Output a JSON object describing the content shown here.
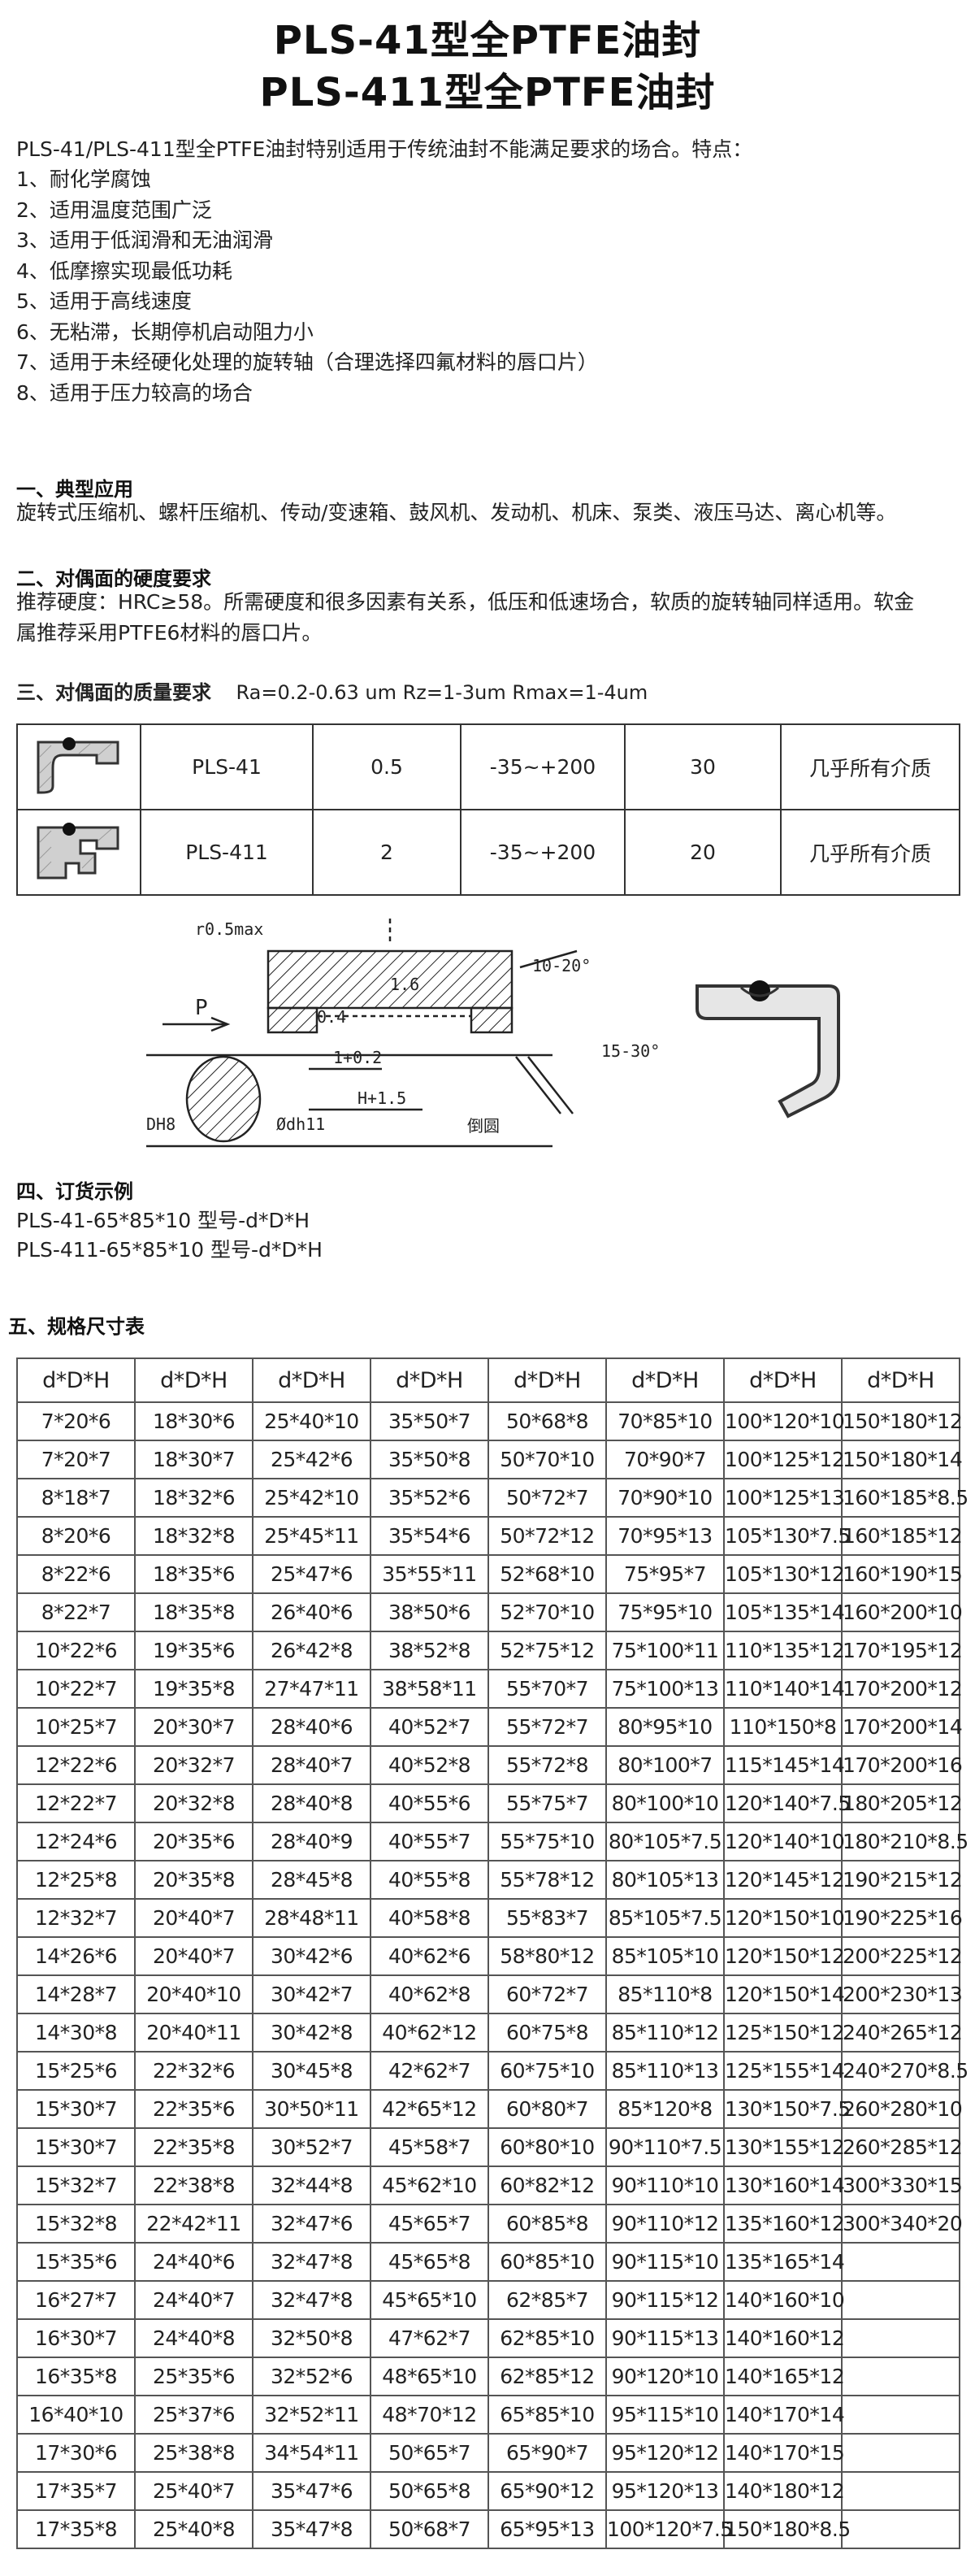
{
  "titles": [
    "PLS-41型全PTFE油封",
    "PLS-411型全PTFE油封"
  ],
  "intro": "PLS-41/PLS-411型全PTFE油封特别适用于传统油封不能满足要求的场合。特点：",
  "features": [
    "1、耐化学腐蚀",
    "2、适用温度范围广泛",
    "3、适用于低润滑和无油润滑",
    "4、低摩擦实现最低功耗",
    "5、适用于高线速度",
    "6、无粘滞，长期停机启动阻力小",
    "7、适用于未经硬化处理的旋转轴（合理选择四氟材料的唇口片）",
    "8、适用于压力较高的场合"
  ],
  "sections": {
    "application": {
      "heading": "一、典型应用",
      "text": "旋转式压缩机、螺杆压缩机、传动/变速箱、鼓风机、发动机、机床、泵类、液压马达、离心机等。"
    },
    "hardness": {
      "heading": "二、对偶面的硬度要求",
      "line1": "推荐硬度：HRC≥58。所需硬度和很多因素有关系，低压和低速场合，软质的旋转轴同样适用。软金",
      "line2": "属推荐采用PTFE6材料的唇口片。"
    },
    "quality": {
      "heading": "三、对偶面的质量要求",
      "text": "Ra=0.2-0.63  um Rz=1-3um Rmax=1-4um"
    },
    "order": {
      "heading": "四、订货示例",
      "lines": [
        "PLS-41-65*85*10 型号-d*D*H",
        "PLS-411-65*85*10 型号-d*D*H"
      ]
    },
    "sizes": {
      "heading": "五、规格尺寸表"
    }
  },
  "materials": [
    {
      "model": "PLS-41",
      "speed": "0.5",
      "temp": "-35~+200",
      "pressure": "30",
      "media": "几乎所有介质"
    },
    {
      "model": "PLS-411",
      "speed": "2",
      "temp": "-35~+200",
      "pressure": "20",
      "media": "几乎所有介质"
    }
  ],
  "drawing_labels": [
    "r0.5max",
    "10-20°",
    "1.6",
    "0.4",
    "P",
    "15-30°",
    "1+0.2",
    "H+1.5",
    "DH8",
    "Ødh11",
    "倒圆"
  ],
  "size_header": "d*D*H",
  "size_columns": 8,
  "size_rows": [
    [
      "7*20*6",
      "18*30*6",
      "25*40*10",
      "35*50*7",
      "50*68*8",
      "70*85*10",
      "100*120*10",
      "150*180*12"
    ],
    [
      "7*20*7",
      "18*30*7",
      "25*42*6",
      "35*50*8",
      "50*70*10",
      "70*90*7",
      "100*125*12",
      "150*180*14"
    ],
    [
      "8*18*7",
      "18*32*6",
      "25*42*10",
      "35*52*6",
      "50*72*7",
      "70*90*10",
      "100*125*13",
      "160*185*8.5"
    ],
    [
      "8*20*6",
      "18*32*8",
      "25*45*11",
      "35*54*6",
      "50*72*12",
      "70*95*13",
      "105*130*7.5",
      "160*185*12"
    ],
    [
      "8*22*6",
      "18*35*6",
      "25*47*6",
      "35*55*11",
      "52*68*10",
      "75*95*7",
      "105*130*12",
      "160*190*15"
    ],
    [
      "8*22*7",
      "18*35*8",
      "26*40*6",
      "38*50*6",
      "52*70*10",
      "75*95*10",
      "105*135*14",
      "160*200*10"
    ],
    [
      "10*22*6",
      "19*35*6",
      "26*42*8",
      "38*52*8",
      "52*75*12",
      "75*100*11",
      "110*135*12",
      "170*195*12"
    ],
    [
      "10*22*7",
      "19*35*8",
      "27*47*11",
      "38*58*11",
      "55*70*7",
      "75*100*13",
      "110*140*14",
      "170*200*12"
    ],
    [
      "10*25*7",
      "20*30*7",
      "28*40*6",
      "40*52*7",
      "55*72*7",
      "80*95*10",
      "110*150*8",
      "170*200*14"
    ],
    [
      "12*22*6",
      "20*32*7",
      "28*40*7",
      "40*52*8",
      "55*72*8",
      "80*100*7",
      "115*145*14",
      "170*200*16"
    ],
    [
      "12*22*7",
      "20*32*8",
      "28*40*8",
      "40*55*6",
      "55*75*7",
      "80*100*10",
      "120*140*7.5",
      "180*205*12"
    ],
    [
      "12*24*6",
      "20*35*6",
      "28*40*9",
      "40*55*7",
      "55*75*10",
      "80*105*7.5",
      "120*140*10",
      "180*210*8.5"
    ],
    [
      "12*25*8",
      "20*35*8",
      "28*45*8",
      "40*55*8",
      "55*78*12",
      "80*105*13",
      "120*145*12",
      "190*215*12"
    ],
    [
      "12*32*7",
      "20*40*7",
      "28*48*11",
      "40*58*8",
      "55*83*7",
      "85*105*7.5",
      "120*150*10",
      "190*225*16"
    ],
    [
      "14*26*6",
      "20*40*7",
      "30*42*6",
      "40*62*6",
      "58*80*12",
      "85*105*10",
      "120*150*12",
      "200*225*12"
    ],
    [
      "14*28*7",
      "20*40*10",
      "30*42*7",
      "40*62*8",
      "60*72*7",
      "85*110*8",
      "120*150*14",
      "200*230*13"
    ],
    [
      "14*30*8",
      "20*40*11",
      "30*42*8",
      "40*62*12",
      "60*75*8",
      "85*110*12",
      "125*150*12",
      "240*265*12"
    ],
    [
      "15*25*6",
      "22*32*6",
      "30*45*8",
      "42*62*7",
      "60*75*10",
      "85*110*13",
      "125*155*14",
      "240*270*8.5"
    ],
    [
      "15*30*7",
      "22*35*6",
      "30*50*11",
      "42*65*12",
      "60*80*7",
      "85*120*8",
      "130*150*7.5",
      "260*280*10"
    ],
    [
      "15*30*7",
      "22*35*8",
      "30*52*7",
      "45*58*7",
      "60*80*10",
      "90*110*7.5",
      "130*155*12",
      "260*285*12"
    ],
    [
      "15*32*7",
      "22*38*8",
      "32*44*8",
      "45*62*10",
      "60*82*12",
      "90*110*10",
      "130*160*14",
      "300*330*15"
    ],
    [
      "15*32*8",
      "22*42*11",
      "32*47*6",
      "45*65*7",
      "60*85*8",
      "90*110*12",
      "135*160*12",
      "300*340*20"
    ],
    [
      "15*35*6",
      "24*40*6",
      "32*47*8",
      "45*65*8",
      "60*85*10",
      "90*115*10",
      "135*165*14",
      ""
    ],
    [
      "16*27*7",
      "24*40*7",
      "32*47*8",
      "45*65*10",
      "62*85*7",
      "90*115*12",
      "140*160*10",
      ""
    ],
    [
      "16*30*7",
      "24*40*8",
      "32*50*8",
      "47*62*7",
      "62*85*10",
      "90*115*13",
      "140*160*12",
      ""
    ],
    [
      "16*35*8",
      "25*35*6",
      "32*52*6",
      "48*65*10",
      "62*85*12",
      "90*120*10",
      "140*165*12",
      ""
    ],
    [
      "16*40*10",
      "25*37*6",
      "32*52*11",
      "48*70*12",
      "65*85*10",
      "95*115*10",
      "140*170*14",
      ""
    ],
    [
      "17*30*6",
      "25*38*8",
      "34*54*11",
      "50*65*7",
      "65*90*7",
      "95*120*12",
      "140*170*15",
      ""
    ],
    [
      "17*35*7",
      "25*40*7",
      "35*47*6",
      "50*65*8",
      "65*90*12",
      "95*120*13",
      "140*180*12",
      ""
    ],
    [
      "17*35*8",
      "25*40*8",
      "35*47*8",
      "50*68*7",
      "65*95*13",
      "100*120*7.5",
      "150*180*8.5",
      ""
    ]
  ]
}
